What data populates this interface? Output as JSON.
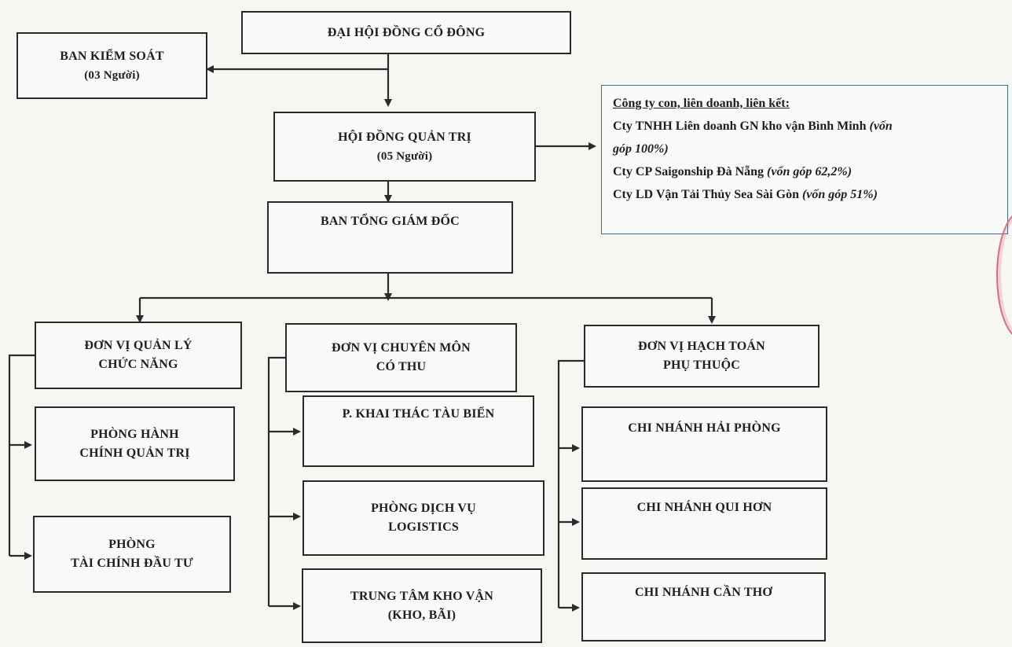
{
  "shareholders": {
    "label": "ĐẠI HỘI ĐỒNG CỔ ĐÔNG"
  },
  "supervisory": {
    "label": "BAN KIỂM SOÁT",
    "count": "(03 Người)"
  },
  "board": {
    "label": "HỘI ĐỒNG QUẢN TRỊ",
    "count": "(05 Người)"
  },
  "management": {
    "label": "BAN TỔNG GIÁM ĐỐC"
  },
  "subsidiaries": {
    "heading": "Công ty con, liên doanh, liên kết:",
    "items": [
      {
        "name": "Cty TNHH Liên doanh GN kho vận Bình Minh ",
        "note_1": "(vốn",
        "note_2": "góp 100%)"
      },
      {
        "name": "Cty CP  Saigonship Đà Nẵng ",
        "note": "(vốn góp 62,2%)"
      },
      {
        "name": "Cty LD Vận Tải  Thủy Sea Sài Gòn ",
        "note": "(vốn góp 51%)"
      }
    ]
  },
  "columns": [
    {
      "header_1": "ĐƠN VỊ QUẢN LÝ",
      "header_2": "CHỨC NĂNG",
      "units": [
        {
          "line_1": "PHÒNG HÀNH",
          "line_2": "CHÍNH QUẢN TRỊ"
        },
        {
          "line_1": "PHÒNG",
          "line_2": "TÀI CHÍNH ĐẦU TƯ"
        }
      ]
    },
    {
      "header_1": "ĐƠN VỊ CHUYÊN MÔN",
      "header_2": "CÓ THU",
      "units": [
        {
          "line_1": "P. KHAI THÁC TÀU BIỂN",
          "line_2": ""
        },
        {
          "line_1": "PHÒNG DỊCH VỤ",
          "line_2": "LOGISTICS"
        },
        {
          "line_1": "TRUNG TÂM  KHO VẬN",
          "line_2": "(KHO, BÃI)"
        }
      ]
    },
    {
      "header_1": "ĐƠN VỊ HẠCH TOÁN",
      "header_2": "PHỤ THUỘC",
      "units": [
        {
          "line_1": "CHI NHÁNH HẢI PHÒNG",
          "line_2": ""
        },
        {
          "line_1": "CHI NHÁNH QUI HƠN",
          "line_2": ""
        },
        {
          "line_1": "CHI NHÁNH CẦN THƠ",
          "line_2": ""
        }
      ]
    }
  ],
  "colors": {
    "line": "#2b2b2b",
    "subsidiary_border": "#3c6e9e",
    "stamp": "#d96a7a"
  }
}
